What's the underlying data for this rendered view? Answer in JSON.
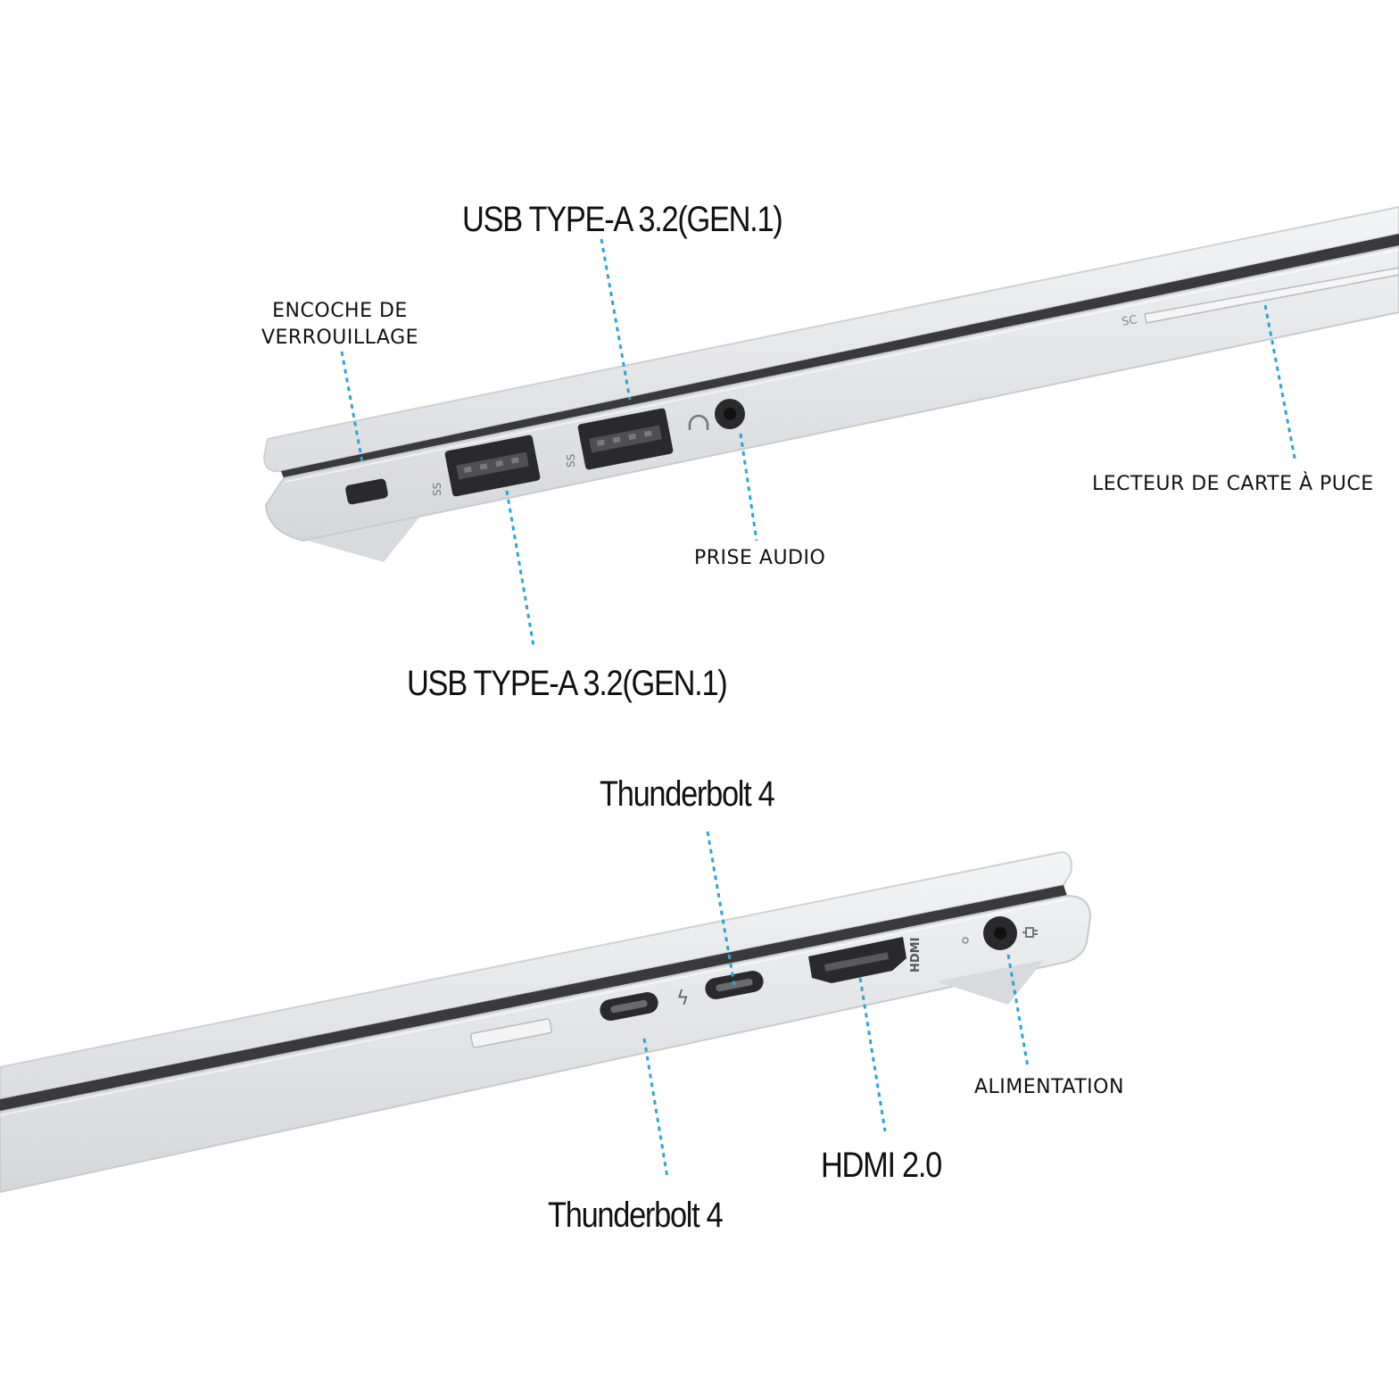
{
  "labels": {
    "usb_a_top": "USB TYPE-A 3.2(GEN.1)",
    "lock_slot_line1": "ENCOCHE DE",
    "lock_slot_line2": "VERROUILLAGE",
    "smart_card_reader": "LECTEUR DE CARTE À PUCE",
    "audio_jack": "PRISE AUDIO",
    "usb_a_bottom": "USB TYPE-A 3.2(GEN.1)",
    "thunderbolt_top": "Thunderbolt 4",
    "thunderbolt_bottom": "Thunderbolt 4",
    "hdmi": "HDMI 2.0",
    "power": "ALIMENTATION"
  },
  "device_markings": {
    "smart_card": "SC",
    "hdmi_logo": "HDMI",
    "usb_ss": "SS"
  },
  "colors": {
    "callout_line": "#2fa3d6",
    "chassis": "#e6e7e9",
    "chassis_edge": "#c9cacc",
    "port_dark": "#2a2a2c",
    "usb_tongue": "#505052"
  }
}
